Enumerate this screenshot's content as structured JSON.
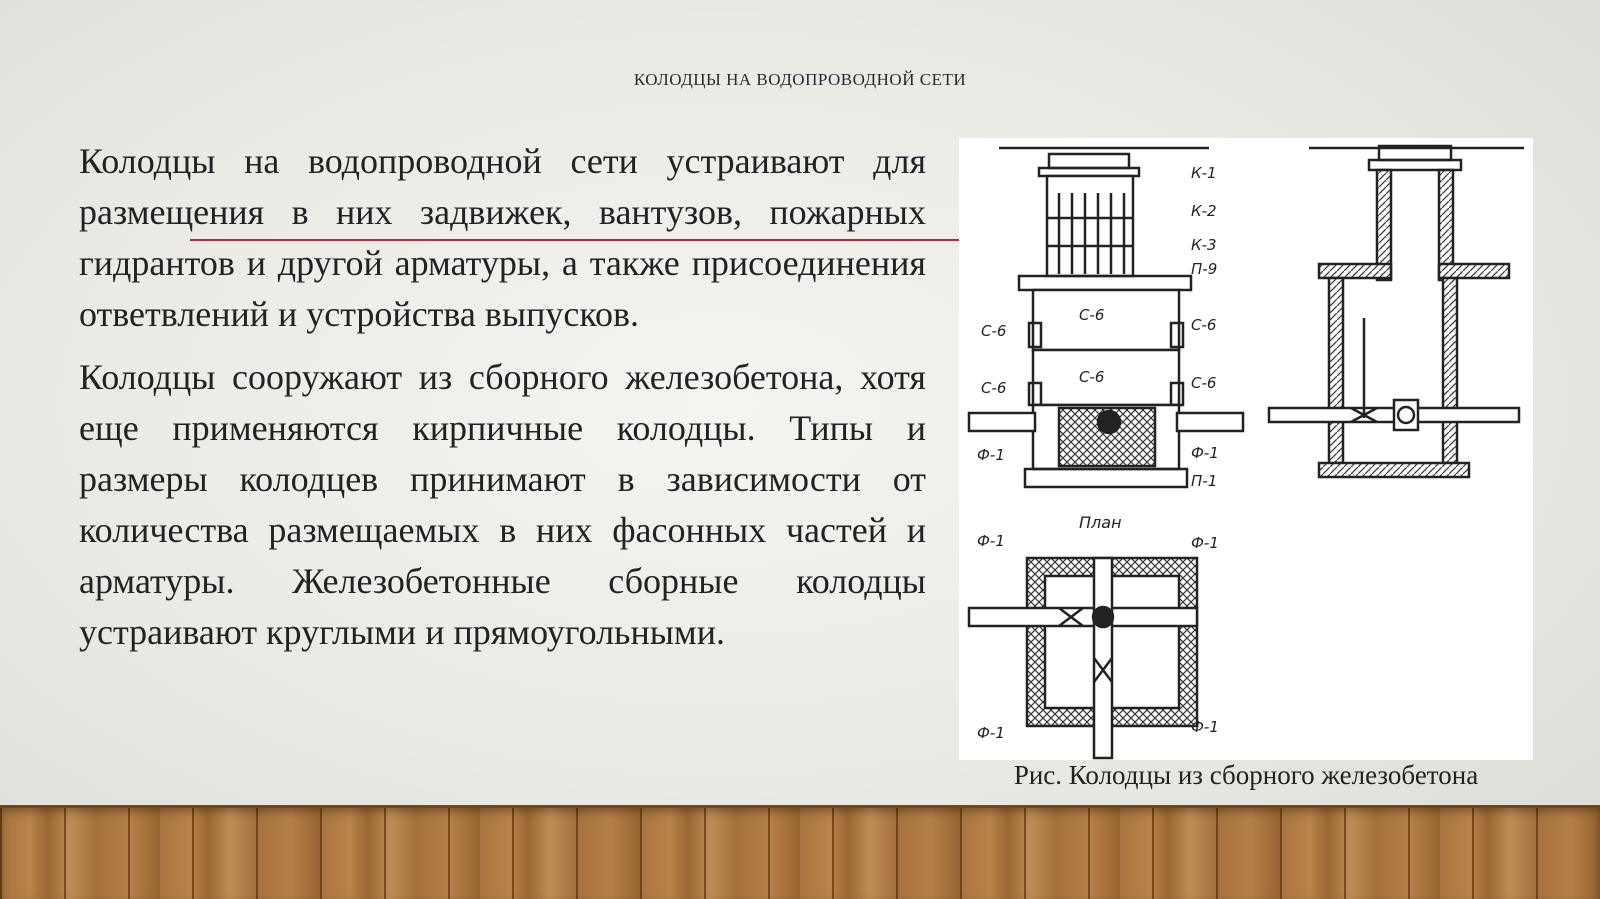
{
  "slide": {
    "title": "КОЛОДЦЫ НА ВОДОПРОВОДНОЙ СЕТИ",
    "paragraphs": [
      "Колодцы на водопроводной сети устраивают для размещения в них задвижек, вантузов, пожарных гидрантов и другой арматуры, а также присоединения ответвлений и устройства выпусков.",
      "Колодцы сооружают из сборного железобетона, хотя еще применяются кирпичные колодцы. Типы и размеры колодцев принимают в зависимости от количества размещаемых в них фасонных частей и арматуры. Железобетонные сборные колодцы устраивают круглыми и прямоугольными."
    ],
    "accent_color": "#b22a3c"
  },
  "figure": {
    "caption": "Рис. Колодцы из сборного  железобетона",
    "plan_label": "План",
    "section_labels": {
      "k1": "К-1",
      "k2": "К-2",
      "k3": "К-3",
      "p9": "П-9",
      "s6": "С-6",
      "f1": "Ф-1",
      "p1": "П-1"
    }
  }
}
